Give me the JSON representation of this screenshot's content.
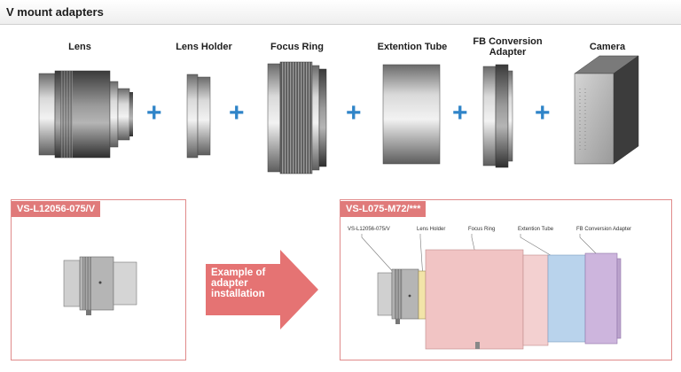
{
  "header": {
    "title": "V mount adapters"
  },
  "components": [
    {
      "label": "Lens"
    },
    {
      "label": "Lens Holder"
    },
    {
      "label": "Focus Ring"
    },
    {
      "label": "Extention Tube"
    },
    {
      "label": "FB Conversion Adapter"
    },
    {
      "label": "Camera"
    }
  ],
  "plus_symbol": "+",
  "example": {
    "left_title": "VS-L12056-075/V",
    "arrow_text": "Example of adapter installation",
    "right_title": "VS-L075-M72/***",
    "callouts": [
      "VS-L12056-075/V",
      "Lens Holder",
      "Focus Ring",
      "Extention Tube",
      "FB Conversion Adapter"
    ]
  },
  "colors": {
    "accent_blue": "#2f84c8",
    "panel_red": "#e07a7a",
    "focus_ring_fill": "#f1c4c4",
    "extension_tube_fill": "#b9d3ec",
    "fb_adapter_fill": "#cdb5dd"
  }
}
